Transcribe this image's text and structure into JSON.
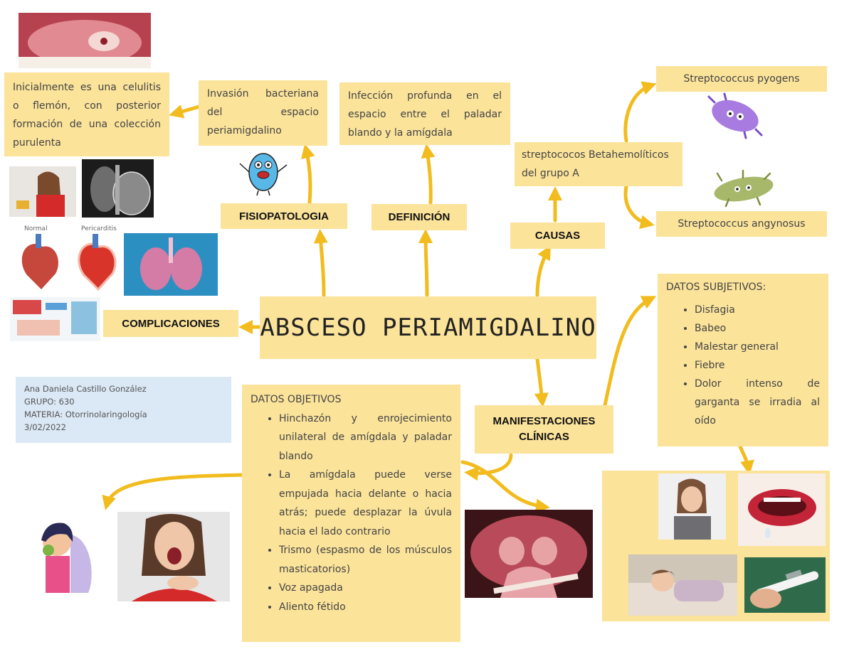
{
  "title": "ABSCESO PERIAMIGDALINO",
  "branches": {
    "fisiopatologia": "FISIOPATOLOGIA",
    "definicion": "DEFINICIÓN",
    "causas": "CAUSAS",
    "complicaciones": "COMPLICACIONES",
    "manifestaciones": "MANIFESTACIONES CLÍNICAS"
  },
  "fisiopatologia": {
    "invasion": "Invasión bacteriana del espacio periamigdalino",
    "celulitis": "Inicialmente es una celulitis o flemón, con posterior formación de una colección purulenta"
  },
  "definicion": "Infección profunda en el espacio entre el paladar blando y la amígdala",
  "causas": {
    "main": "streptococos Betahemolíticos del grupo A",
    "pyogens": "Streptococcus pyogens",
    "angynosus": "Streptococcus angynosus"
  },
  "subjetivos": {
    "header": "DATOS SUBJETIVOS:",
    "items": [
      "Disfagia",
      "Babeo",
      "Malestar general",
      "Fiebre",
      "Dolor intenso de garganta se irradia al oído"
    ]
  },
  "objetivos": {
    "header": "DATOS OBJETIVOS",
    "items": [
      "Hinchazón y enrojecimiento unilateral de amígdala y paladar blando",
      "La amígdala puede verse empujada hacia delante o hacia atrás; puede desplazar la úvula hacia el lado contrario",
      "Trismo (espasmo de los músculos masticatorios)",
      "Voz apagada",
      "Aliento fétido"
    ]
  },
  "author": {
    "name": "Ana Daniela Castillo González",
    "group": "GRUPO: 630",
    "subject": "MATERIA: Otorrinolaringología",
    "date": "3/02/2022"
  },
  "heart_labels": {
    "normal": "Normal",
    "pericarditis": "Pericarditis"
  },
  "colors": {
    "box": "#fbe39a",
    "arrow": "#f2bc1e",
    "author_box": "#dbe8f5"
  }
}
